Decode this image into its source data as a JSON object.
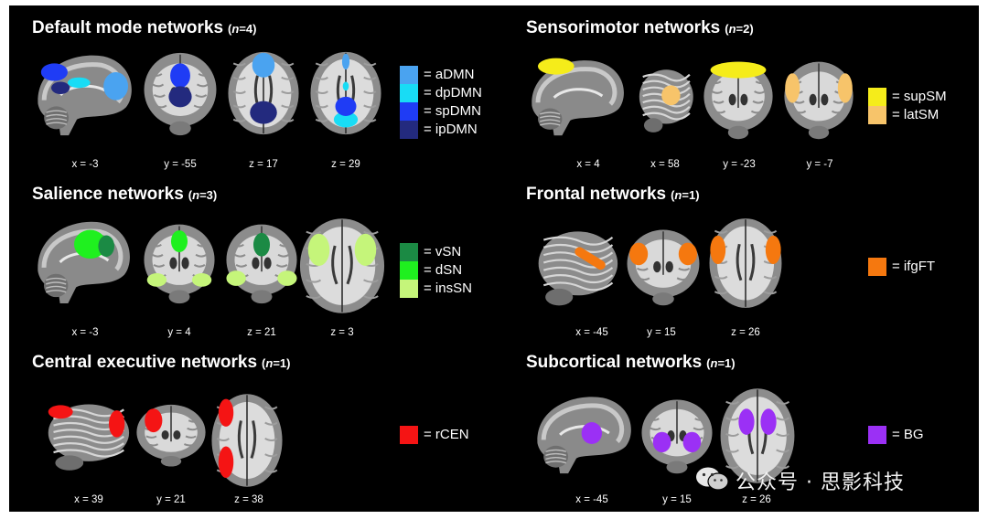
{
  "panels": [
    {
      "id": "dmn",
      "title": "Default mode networks",
      "n_text": "=4",
      "slices": [
        {
          "label": "x = -3",
          "view": "sagittal",
          "blobs": [
            "aDMN",
            "dpDMN",
            "spDMN",
            "ipDMN"
          ]
        },
        {
          "label": "y = -55",
          "view": "coronal",
          "blobs": [
            "spDMN",
            "ipDMN"
          ]
        },
        {
          "label": "z = 17",
          "view": "axial",
          "blobs": [
            "aDMN",
            "ipDMN"
          ]
        },
        {
          "label": "z = 29",
          "view": "axial",
          "blobs": [
            "aDMN",
            "dpDMN",
            "spDMN"
          ]
        }
      ],
      "legend": [
        {
          "label": "= aDMN",
          "color": "#4aa3f0"
        },
        {
          "label": "= dpDMN",
          "color": "#18dcf5"
        },
        {
          "label": "= spDMN",
          "color": "#1f3cf5"
        },
        {
          "label": "= ipDMN",
          "color": "#232a7e"
        }
      ]
    },
    {
      "id": "sm",
      "title": "Sensorimotor networks",
      "n_text": "=2",
      "slices": [
        {
          "label": "x = 4",
          "view": "sagittal",
          "blobs": [
            "supSM"
          ]
        },
        {
          "label": "x = 58",
          "view": "sagittal-lateral",
          "blobs": [
            "latSM"
          ]
        },
        {
          "label": "y = -23",
          "view": "coronal",
          "blobs": [
            "supSM"
          ]
        },
        {
          "label": "y = -7",
          "view": "coronal",
          "blobs": [
            "latSM"
          ]
        }
      ],
      "legend": [
        {
          "label": "= supSM",
          "color": "#f5ec1a"
        },
        {
          "label": "= latSM",
          "color": "#f7c46a"
        }
      ]
    },
    {
      "id": "sn",
      "title": "Salience networks",
      "n_text": "=3",
      "slices": [
        {
          "label": "x = -3",
          "view": "sagittal",
          "blobs": [
            "dSN",
            "vSN"
          ]
        },
        {
          "label": "y = 4",
          "view": "coronal",
          "blobs": [
            "dSN",
            "insSN"
          ]
        },
        {
          "label": "z = 21",
          "view": "coronal",
          "blobs": [
            "vSN",
            "insSN"
          ]
        },
        {
          "label": "z = 3",
          "view": "axial",
          "blobs": [
            "insSN"
          ]
        }
      ],
      "legend": [
        {
          "label": "= vSN",
          "color": "#1b8a44"
        },
        {
          "label": "= dSN",
          "color": "#1ff01f"
        },
        {
          "label": "= insSN",
          "color": "#c5f57a"
        }
      ]
    },
    {
      "id": "ft",
      "title": "Frontal networks",
      "n_text": "=1",
      "slices": [
        {
          "label": "x = -45",
          "view": "sagittal-lateral",
          "blobs": [
            "ifgFT"
          ]
        },
        {
          "label": "y = 15",
          "view": "coronal",
          "blobs": [
            "ifgFT"
          ]
        },
        {
          "label": "z = 26",
          "view": "axial",
          "blobs": [
            "ifgFT"
          ]
        }
      ],
      "legend": [
        {
          "label": "= ifgFT",
          "color": "#f5780f"
        }
      ]
    },
    {
      "id": "cen",
      "title": "Central executive networks",
      "n_text": "=1",
      "slices": [
        {
          "label": "x = 39",
          "view": "sagittal-lateral",
          "blobs": [
            "rCEN"
          ]
        },
        {
          "label": "y = 21",
          "view": "coronal",
          "blobs": [
            "rCEN"
          ]
        },
        {
          "label": "z = 38",
          "view": "axial",
          "blobs": [
            "rCEN"
          ]
        }
      ],
      "legend": [
        {
          "label": "= rCEN",
          "color": "#f51414"
        }
      ]
    },
    {
      "id": "sc",
      "title": "Subcortical networks",
      "n_text": "=1",
      "slices": [
        {
          "label": "x = -45",
          "view": "sagittal",
          "blobs": [
            "BG"
          ]
        },
        {
          "label": "y = 15",
          "view": "coronal",
          "blobs": [
            "BG"
          ]
        },
        {
          "label": "z = 26",
          "view": "axial",
          "blobs": [
            "BG"
          ]
        }
      ],
      "legend": [
        {
          "label": "= BG",
          "color": "#9b30f5"
        }
      ]
    }
  ],
  "watermark": {
    "text": "公众号 · 思影科技",
    "icon": "wechat-logo-icon"
  }
}
